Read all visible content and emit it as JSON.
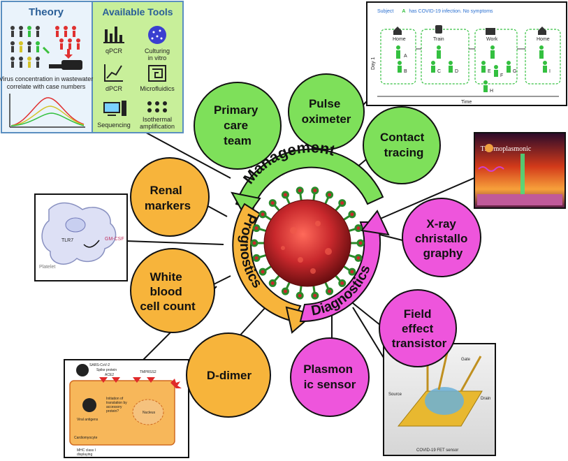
{
  "colors": {
    "green": "#7ee05a",
    "orange": "#f7b43b",
    "magenta": "#ee55dc",
    "virus": "#c8282c",
    "panel_green": "#c8ef9a",
    "panel_blue": "#eaf3fb"
  },
  "arcs": {
    "management": "Management",
    "prognostics": "Prognostics",
    "diagnostics": "Diagnostics"
  },
  "bubbles": {
    "primary_care": [
      "Primary",
      "care",
      "team"
    ],
    "pulse": [
      "Pulse",
      "oximeter"
    ],
    "contact": [
      "Contact",
      "tracing"
    ],
    "xray": [
      "X-ray",
      "christallo",
      "graphy"
    ],
    "fet": [
      "Field",
      "effect",
      "transistor"
    ],
    "plasmon": [
      "Plasmon",
      "ic sensor"
    ],
    "ddimer": [
      "D-dimer"
    ],
    "wbc": [
      "White",
      "blood",
      "cell count"
    ],
    "renal": [
      "Renal",
      "markers"
    ]
  },
  "theory_panel": {
    "title": "Theory",
    "caption": [
      "Virus concentration in wastewater",
      "correlate with case numbers"
    ]
  },
  "tools_panel": {
    "title": "Available Tools",
    "tools": [
      "qPCR",
      "Culturing",
      "in vitro",
      "dPCR",
      "Microfluidics",
      "Sequencing",
      "Isothermal",
      "amplification"
    ]
  },
  "tracing_panel": {
    "header_pre": "Subject",
    "header_letter": "A",
    "header_post": "has COVID-19 infection. No symptoms",
    "places": [
      "Home",
      "Train",
      "Work",
      "Home"
    ],
    "people": [
      "A",
      "B",
      "C",
      "D",
      "E",
      "F",
      "G",
      "H",
      "I"
    ],
    "day": "Day 1",
    "time": "Time"
  },
  "xray_panel": {
    "label": "Thermoplasmonic"
  },
  "tlr_panel": {
    "labels": [
      "TLR7",
      "GM-CSF",
      "Platelet"
    ]
  },
  "cardio_panel": {
    "labels": [
      "SARS-CoV-2",
      "Spike protein",
      "ACE2",
      "TMPRSS2",
      "Viral antigens",
      "Nucleus",
      "Cardiomyocyte",
      "MHC class I",
      "displaying",
      "Initiation of",
      "translation by",
      "accessory",
      "protein?"
    ]
  },
  "fet_panel": {
    "labels": [
      "Gate",
      "Source",
      "Drain",
      "COVID-19 FET sensor"
    ]
  }
}
